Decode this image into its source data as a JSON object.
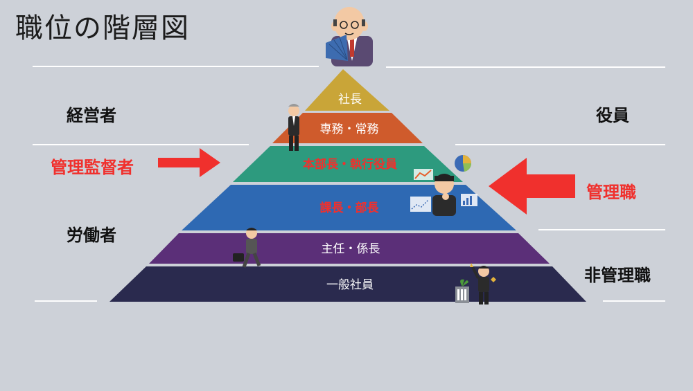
{
  "title": "職位の階層図",
  "levels": [
    {
      "label": "社長",
      "color": "#c9a538",
      "text_color": "#ffffff"
    },
    {
      "label": "専務・常務",
      "color": "#cf5b2c",
      "text_color": "#ffffff"
    },
    {
      "label": "本部長・執行役員",
      "color": "#2d9a7e",
      "text_color": "#f0302d"
    },
    {
      "label": "課長・部長",
      "color": "#2e69b3",
      "text_color": "#f0302d"
    },
    {
      "label": "主任・係長",
      "color": "#5b2f78",
      "text_color": "#ffffff"
    },
    {
      "label": "一般社員",
      "color": "#2a2a4e",
      "text_color": "#ffffff"
    }
  ],
  "left_labels": {
    "executives": "経営者",
    "supervisors": "管理監督者",
    "workers": "労働者"
  },
  "right_labels": {
    "officers": "役員",
    "managers": "管理職",
    "non_managers": "非管理職"
  },
  "colors": {
    "accent_red": "#f0302d",
    "background": "#cdd1d8"
  },
  "icons": {
    "ceo": "bald-ceo-with-fan-icon",
    "director": "standing-businessman-icon",
    "manager": "thinking-manager-with-charts-icon",
    "staff_runner": "running-businessman-with-briefcase-icon",
    "staff_cheer": "cheering-employee-with-plant-icon"
  }
}
